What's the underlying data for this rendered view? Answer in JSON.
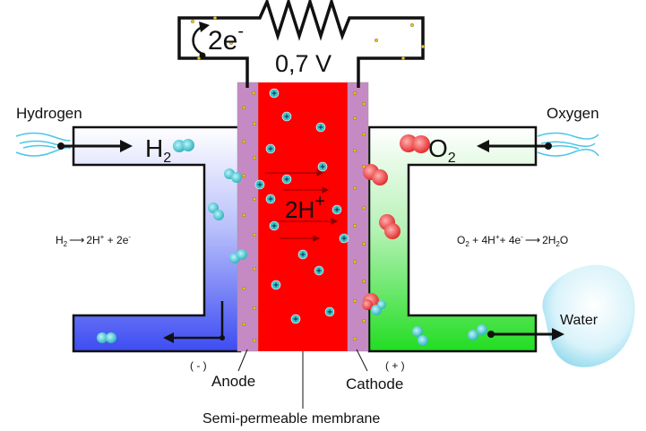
{
  "labels": {
    "electrons": "2e",
    "electron_charge": "-",
    "voltage": "0,7 V",
    "hydrogen": "Hydrogen",
    "oxygen": "Oxygen",
    "water": "Water",
    "h2_base": "H",
    "h2_sub": "2",
    "o2_base": "O",
    "o2_sub": "2",
    "proton_base": "2H",
    "proton_charge": "+",
    "anode_sign": "( - )",
    "cathode_sign": "( + )",
    "anode": "Anode",
    "cathode": "Cathode",
    "membrane": "Semi-permeable membrane"
  },
  "equations": {
    "anode": {
      "a": "H",
      "a_sub": "2",
      "b": "2H",
      "b_sup": "+",
      "c": " + 2e",
      "c_sup": "-"
    },
    "cathode": {
      "a": "O",
      "a_sub": "2",
      "b": " + 4H",
      "b_sup": "+",
      "c": "+ 4e",
      "c_sup": "-",
      "d": "2H",
      "d_sub": "2",
      "e": "O"
    }
  },
  "colors": {
    "membrane": "#ff0000",
    "electrode": "#c58ac4",
    "hydrogen_gas": "#3d4cf2",
    "oxygen_gas": "#22dd22",
    "proton": "#39c6cf",
    "oxygen_molecule": "#ee3333",
    "water_drop": "#bfeaf5"
  }
}
